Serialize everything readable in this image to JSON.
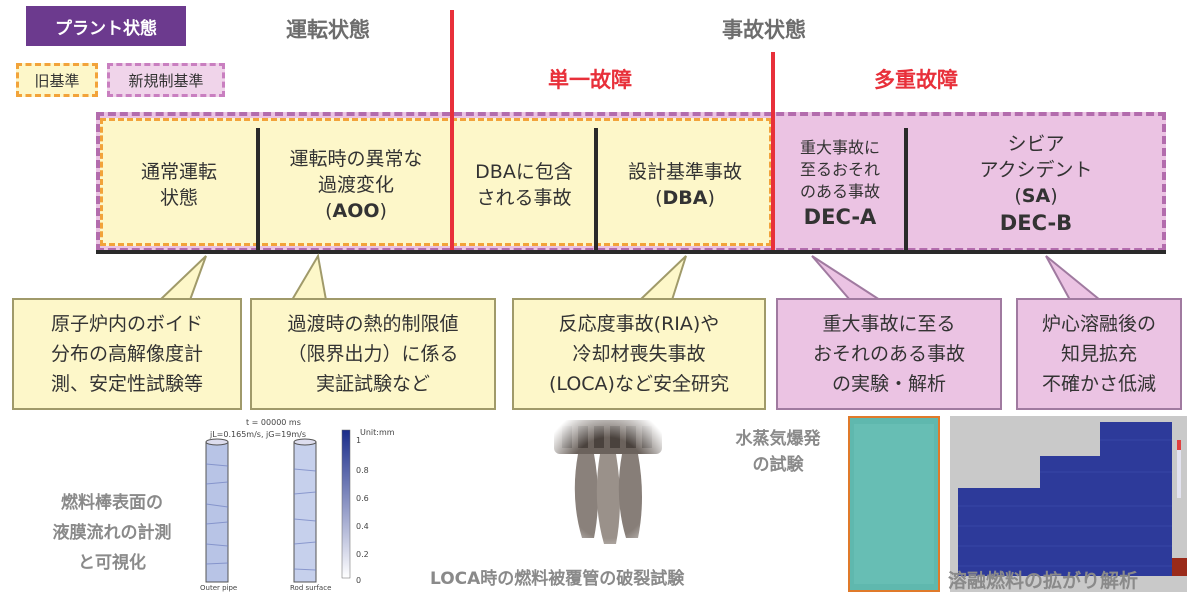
{
  "header": {
    "plant_state_tag": "プラント状態",
    "operation_state": "運転状態",
    "accident_state": "事故状態",
    "single_failure": "単一故障",
    "multiple_failure": "多重故障"
  },
  "legend": {
    "old_standard": "旧基準",
    "new_standard": "新規制基準"
  },
  "states": {
    "normal": [
      "通常運転",
      "状態"
    ],
    "aoo": [
      "運転時の異常な",
      "過渡変化",
      "AOO"
    ],
    "dba_included": [
      "DBAに包含",
      "される事故"
    ],
    "dba": [
      "設計基準事故",
      "DBA"
    ],
    "dec_a": [
      "重大事故に",
      "至るおそれ",
      "のある事故",
      "DEC-A"
    ],
    "sa": [
      "シビア",
      "アクシデント",
      "SA",
      "DEC-B"
    ]
  },
  "callouts": {
    "void": [
      "原子炉内のボイド",
      "分布の高解像度計",
      "測、安定性試験等"
    ],
    "transient": [
      "過渡時の熱的制限値",
      "（限界出力）に係る",
      "実証試験など"
    ],
    "safety": [
      "反応度事故(RIA)や",
      "冷却材喪失事故",
      "(LOCA)など安全研究"
    ],
    "severe_exp": [
      "重大事故に至る",
      "おそれのある事故",
      "の実験・解析"
    ],
    "melt_knowledge": [
      "炉心溶融後の",
      "知見拡充",
      "不確かさ低減"
    ]
  },
  "figures": {
    "film_time": "t = 00000 ms",
    "film_params": "jL=0.165m/s, jG=19m/s",
    "film_unit": "Unit:mm",
    "film_ticks": [
      "1",
      "0.8",
      "0.6",
      "0.4",
      "0.2",
      "0"
    ],
    "film_label_left": "Outer pipe",
    "film_label_right": "Rod surface",
    "film_caption": [
      "燃料棒表面の",
      "液膜流れの計測",
      "と可視化"
    ],
    "loca_caption": "LOCA時の燃料被覆管の破裂試験",
    "steam_caption": [
      "水蒸気爆発",
      "の試験"
    ],
    "melt_caption": "溶融燃料の拡がり解析"
  },
  "colors": {
    "purple": "#6c3a8e",
    "red": "#e8303a",
    "old_fill": "#fdf7c9",
    "old_border": "#f2a33a",
    "new_fill": "#ebc3e3",
    "new_border": "#b36cad"
  }
}
